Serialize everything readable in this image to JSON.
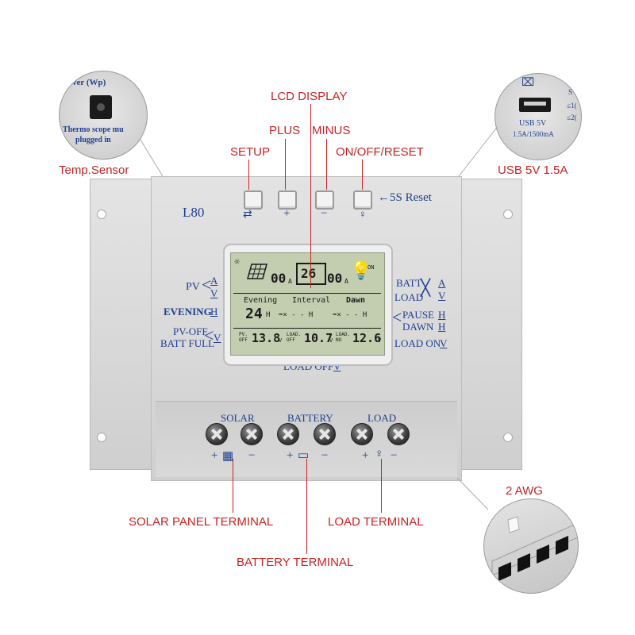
{
  "callouts": {
    "lcd_display": "LCD DISPLAY",
    "plus": "PLUS",
    "minus": "MINUS",
    "setup": "SETUP",
    "on_off_reset": "ON/OFF/RESET",
    "temp_sensor": "Temp.Sensor",
    "usb": "USB 5V 1.5A",
    "solar_panel_terminal": "SOLAR  PANEL  TERMINAL",
    "load_terminal": "LOAD  TERMINAL",
    "battery_terminal": "BATTERY  TERMINAL",
    "awg": "2  AWG"
  },
  "left_inset": {
    "line1": "ver (Wp)",
    "line2": "Thermo scope mu",
    "line3": "plugged  in"
  },
  "right_inset": {
    "s": "S",
    "le1": "≤1(",
    "le2": "≤2(",
    "usb_label": "USB  5V",
    "usb_spec": "1.5A/1500mA"
  },
  "panel": {
    "model": "L80",
    "reset_hint": "←5S Reset",
    "left_labels": {
      "pv": "PV",
      "a": "A",
      "v": "V",
      "evening": "EVENING",
      "h": "H",
      "pv_off": "PV-OFF",
      "batt_full": "BATT FULL",
      "v2": "V"
    },
    "right_labels": {
      "batt": "BATT",
      "load": "LOAD",
      "a": "A",
      "v": "V",
      "pause": "PAUSE",
      "dawn": "DAWN",
      "h1": "H",
      "h2": "H",
      "load_on": "LOAD ON",
      "v2": "V"
    },
    "load_off": "LOAD OFF",
    "load_off_v": "V",
    "terminals": {
      "solar": "SOLAR",
      "battery": "BATTERY",
      "load": "LOAD"
    },
    "plus_sign": "+",
    "minus_sign": "−"
  },
  "lcd": {
    "pv_current": "00",
    "battery_level": "26",
    "load_current": "00",
    "unit_a": "A",
    "on": "ON",
    "evening": "Evening",
    "interval": "Interval",
    "dawn": "Dawn",
    "evening_hours": "24",
    "h": "H",
    "interval_row": "➡×  - - H",
    "dawn_row": "➡×  - - H",
    "pv_off_label": "PV.\nOFF",
    "pv_off_v": "13.8",
    "load_off_label": "LOAD.\nOFF",
    "load_off_v": "10.7",
    "load_on_label": "LOAD.\nNO",
    "load_on_v": "12.6",
    "unit_v": "V"
  },
  "colors": {
    "callout": "#cc2222",
    "panel_text": "#1f3f8f",
    "lcd_bg": "#c3cdb0",
    "housing": "#d8d8d8"
  }
}
